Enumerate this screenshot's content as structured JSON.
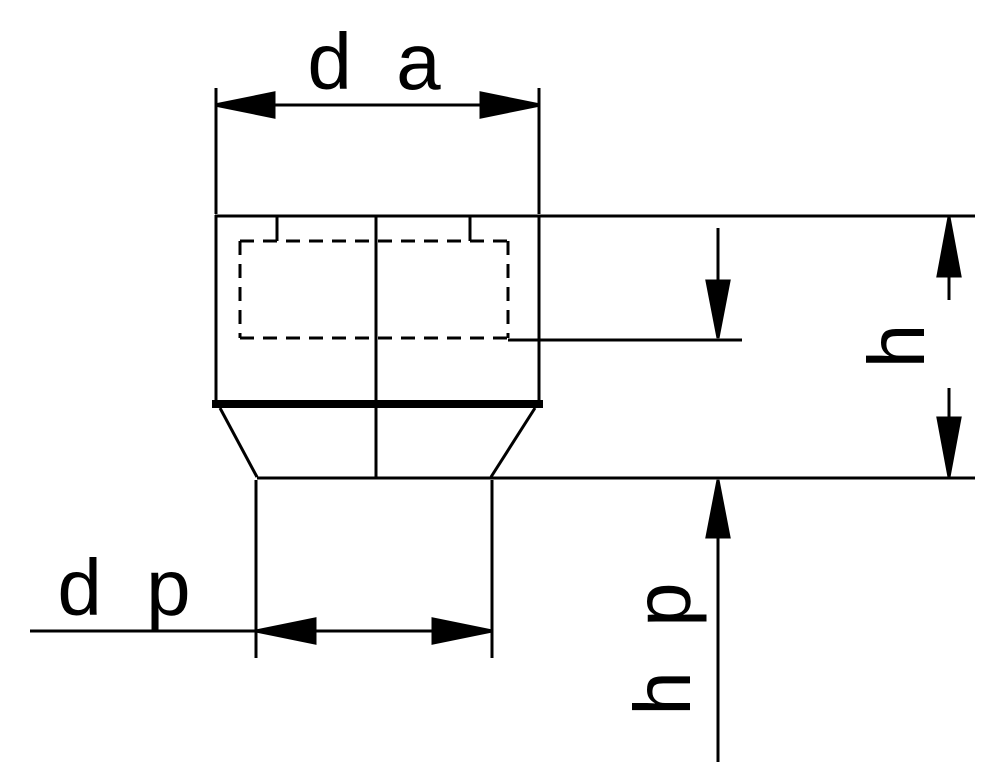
{
  "diagram": {
    "kind": "technical-drawing",
    "background_color": "#ffffff",
    "line_color": "#000000",
    "labels": {
      "da": "d a",
      "dp": "d p",
      "h": "h",
      "hp": "h p"
    }
  }
}
